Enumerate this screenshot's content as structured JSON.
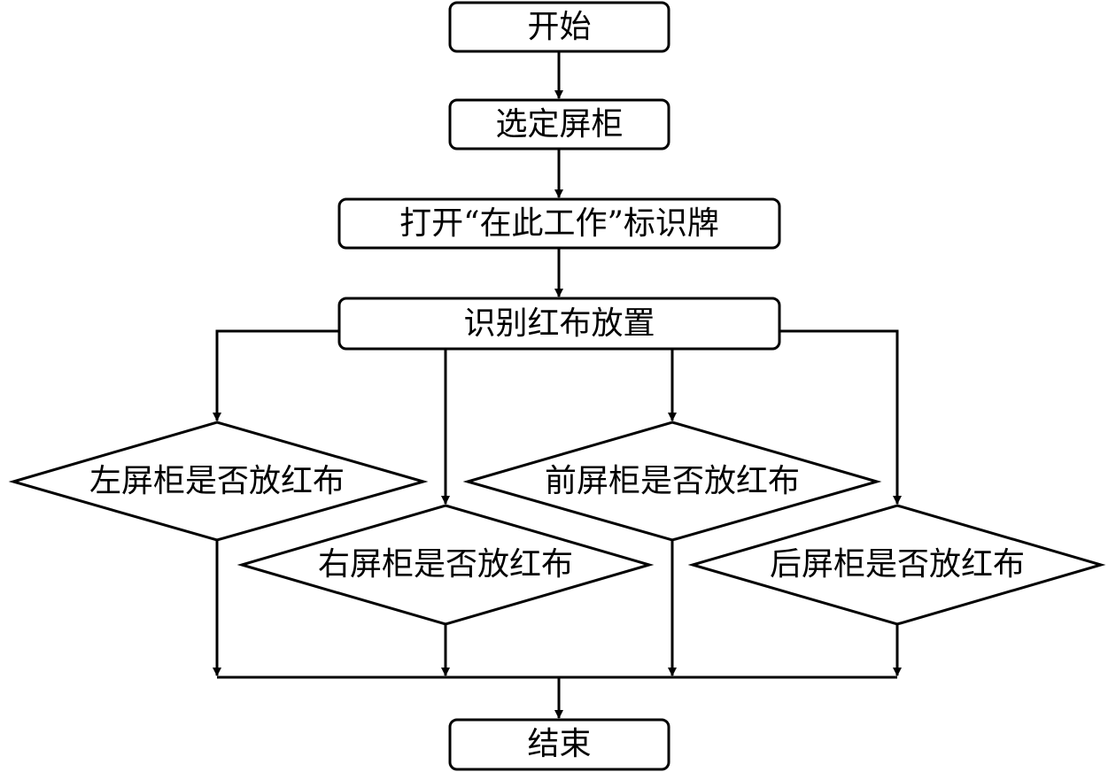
{
  "flowchart": {
    "start": "开始",
    "select_cabinet": "选定屏柜",
    "open_sign": "打开“在此工作”标识牌",
    "identify_cloth": "识别红布放置",
    "decision_left": "左屏柜是否放红布",
    "decision_right": "右屏柜是否放红布",
    "decision_front": "前屏柜是否放红布",
    "decision_back": "后屏柜是否放红布",
    "end": "结束"
  },
  "colors": {
    "stroke": "#000000",
    "fill": "#ffffff",
    "text": "#000000"
  }
}
